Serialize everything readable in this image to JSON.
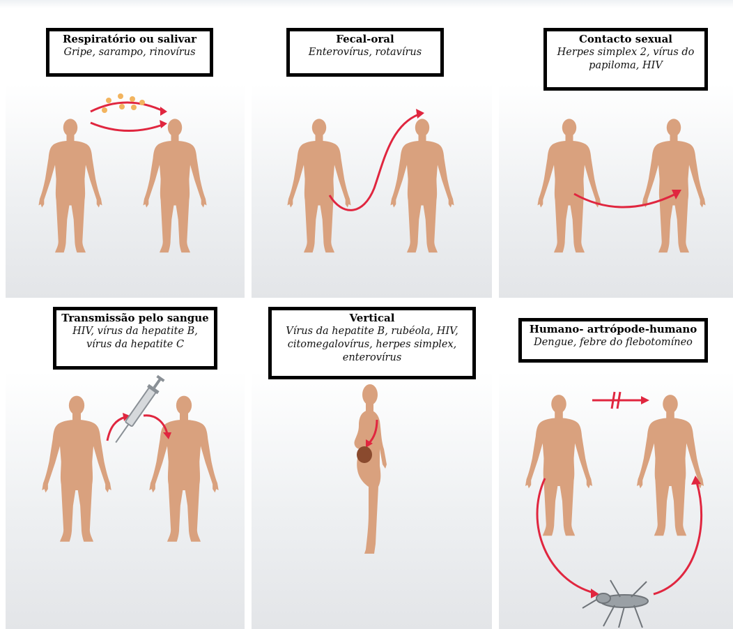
{
  "colors": {
    "body": "#D9A17E",
    "arrow": "#E0263F",
    "droplet": "#F2B45F",
    "fetus": "#8A4A2E"
  },
  "panels": [
    {
      "title": "Respiratório ou salivar",
      "subtitle": "Gripe, sarampo, rinovírus"
    },
    {
      "title": "Fecal-oral",
      "subtitle": "Enterovírus, rotavírus"
    },
    {
      "title": "Contacto sexual",
      "subtitle_line1": "Herpes simplex 2, vírus do",
      "subtitle_line2": "papiloma, HIV"
    },
    {
      "title": "Transmissão pelo sangue",
      "subtitle_line1": "HIV, vírus da hepatite B,",
      "subtitle_line2": "vírus da hepatite C"
    },
    {
      "title": "Vertical",
      "subtitle_line1": "Vírus da hepatite B, rubéola, HIV,",
      "subtitle_line2": "citomegalovírus, herpes simplex,",
      "subtitle_line3": "enterovírus"
    },
    {
      "title": "Humano- artrópode-humano",
      "subtitle": "Dengue, febre do flebotomíneo"
    }
  ]
}
